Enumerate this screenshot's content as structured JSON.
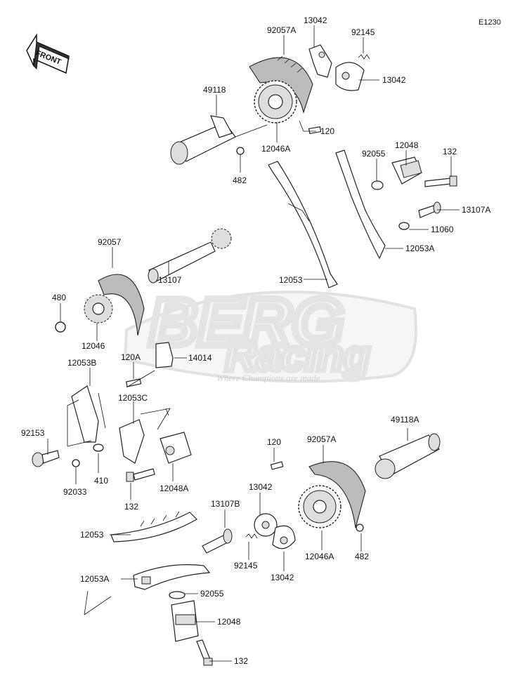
{
  "diagram_code": "E1230",
  "front_label": "FRONT",
  "watermark": {
    "brand": "BERG",
    "sub": "Racing",
    "tagline": "Where Champions are made"
  },
  "labels": {
    "p92057A_top": "92057A",
    "p13042_top": "13042",
    "p92145_top": "92145",
    "p13042_right": "13042",
    "p49118": "49118",
    "p120_top": "120",
    "p12046A_top": "12046A",
    "p482_top": "482",
    "p92055_top": "92055",
    "p12048_top": "12048",
    "p132_top": "132",
    "p13107A": "13107A",
    "p11060": "11060",
    "p12053A_top": "12053A",
    "p92057": "92057",
    "p13107": "13107",
    "p12053_mid": "12053",
    "p480": "480",
    "p12046": "12046",
    "p120A": "120A",
    "p14014": "14014",
    "p12053B": "12053B",
    "p12053C": "12053C",
    "p92153": "92153",
    "p410": "410",
    "p92033": "92033",
    "p132_mid": "132",
    "p12048A": "12048A",
    "p120_bottom": "120",
    "p92057A_bottom": "92057A",
    "p49118A": "49118A",
    "p13042_bottom_a": "13042",
    "p13107B": "13107B",
    "p12053_bottom": "12053",
    "p92145_bottom": "92145",
    "p13042_bottom_b": "13042",
    "p12046A_bottom": "12046A",
    "p482_bottom": "482",
    "p12053A_bottom": "12053A",
    "p92055_bottom": "92055",
    "p12048_bottom": "12048",
    "p132_bottom": "132"
  }
}
